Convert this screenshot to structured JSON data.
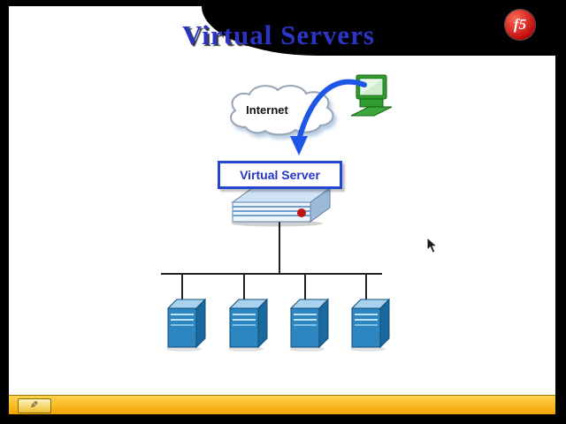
{
  "slide": {
    "title": "Virtual Servers",
    "internet_label": "Internet",
    "virtual_server_label": "Virtual Server"
  },
  "logo": {
    "text": "f5"
  },
  "toolbar": {
    "pen_icon": "✎"
  },
  "diagram": {
    "nodes": [
      "internet-cloud",
      "client-pc",
      "virtual-server",
      "bigip-appliance",
      "pool-server",
      "pool-server",
      "pool-server",
      "pool-server"
    ],
    "pool_server_count": 4
  },
  "colors": {
    "title_blue": "#2b35c5",
    "f5_red": "#c00a0a",
    "bar_yellow": "#f2a400",
    "server_blue": "#2e86c1",
    "arrow_blue": "#1e57e8",
    "box_border_blue": "#2547d0",
    "pc_green": "#2f9c2f"
  }
}
